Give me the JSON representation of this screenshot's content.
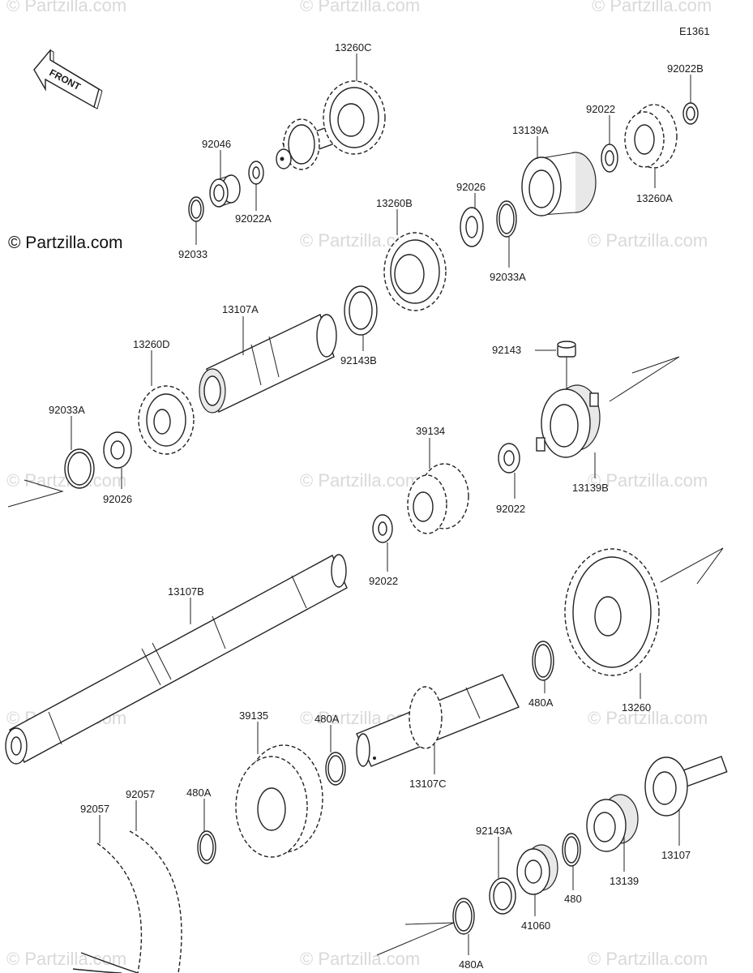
{
  "diagram_code": "E1361",
  "copyright": "© Partzilla.com",
  "watermark": "© Partzilla.com",
  "front_label": "FRONT",
  "parts": {
    "p13260C": "13260C",
    "p92022B": "92022B",
    "p92022_top": "92022",
    "p13139A": "13139A",
    "p92046": "92046",
    "p13260A": "13260A",
    "p92022A": "92022A",
    "p92033": "92033",
    "p13260B": "13260B",
    "p92026_top": "92026",
    "p92033A_top": "92033A",
    "p13107A": "13107A",
    "p13260D": "13260D",
    "p92143B": "92143B",
    "p92143": "92143",
    "p92033A_left": "92033A",
    "p39134": "39134",
    "p92026_left": "92026",
    "p92022_mid": "92022",
    "p13139B": "13139B",
    "p92022_low": "92022",
    "p13107B": "13107B",
    "p480A_right": "480A",
    "p13260": "13260",
    "p39135": "39135",
    "p480A_mid": "480A",
    "p13107C": "13107C",
    "p92057_a": "92057",
    "p92057_b": "92057",
    "p480A_left": "480A",
    "p92143A": "92143A",
    "p480": "480",
    "p13139": "13139",
    "p13107": "13107",
    "p41060": "41060",
    "p480A_bottom": "480A"
  }
}
